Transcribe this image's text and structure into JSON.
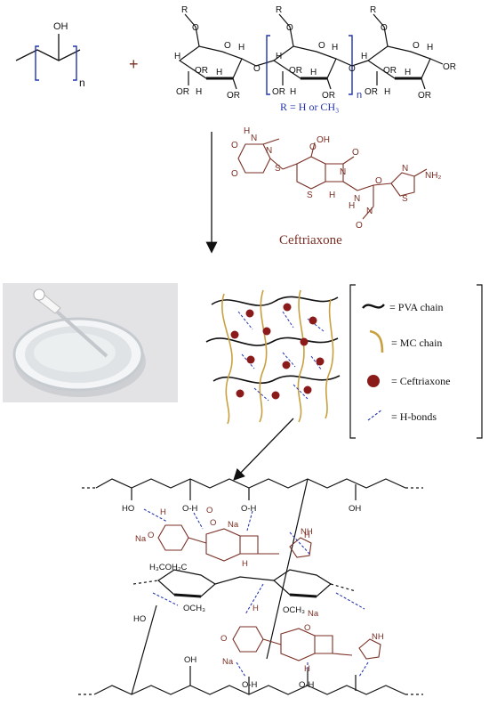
{
  "colors": {
    "blue": "#2233aa",
    "drug": "#7a2f24",
    "mc": "#c8a040",
    "dot": "#8b1a1a",
    "hbond": "#2a3ab0",
    "ink": "#111111"
  },
  "reaction": {
    "pva_oh": "OH",
    "pva_n": "n",
    "plus": "+",
    "mc_r": "R",
    "mc_o": "O",
    "mc_h": "H",
    "mc_or": "OR",
    "mc_n": "n",
    "mc_r_def": "R = H or CH₃"
  },
  "drug": {
    "name": "Ceftriaxone",
    "atoms": [
      "O",
      "N",
      "N",
      "H",
      "S",
      "OH",
      "O",
      "O",
      "N",
      "O",
      "S",
      "H",
      "N",
      "H",
      "O",
      "N",
      "N",
      "S",
      "NH₂",
      "O"
    ]
  },
  "photo": {
    "icon": "petri-dish-with-dropper"
  },
  "legend": {
    "items": [
      {
        "label": "= PVA chain"
      },
      {
        "label": "= MC chain"
      },
      {
        "label": "= Ceftriaxone"
      },
      {
        "label": "= H-bonds"
      }
    ]
  },
  "bottom": {
    "labels": [
      "HO",
      "H",
      "O-H",
      "O",
      "O",
      "Na",
      "O-H",
      "OH",
      "H",
      "O",
      "Na",
      "H₃COH₂C",
      "OCH₃",
      "OCH₃",
      "Na",
      "O",
      "H",
      "H",
      "O",
      "Na",
      "O-H",
      "O-H",
      "OH",
      "HO",
      "H",
      "NH",
      "NH"
    ]
  }
}
